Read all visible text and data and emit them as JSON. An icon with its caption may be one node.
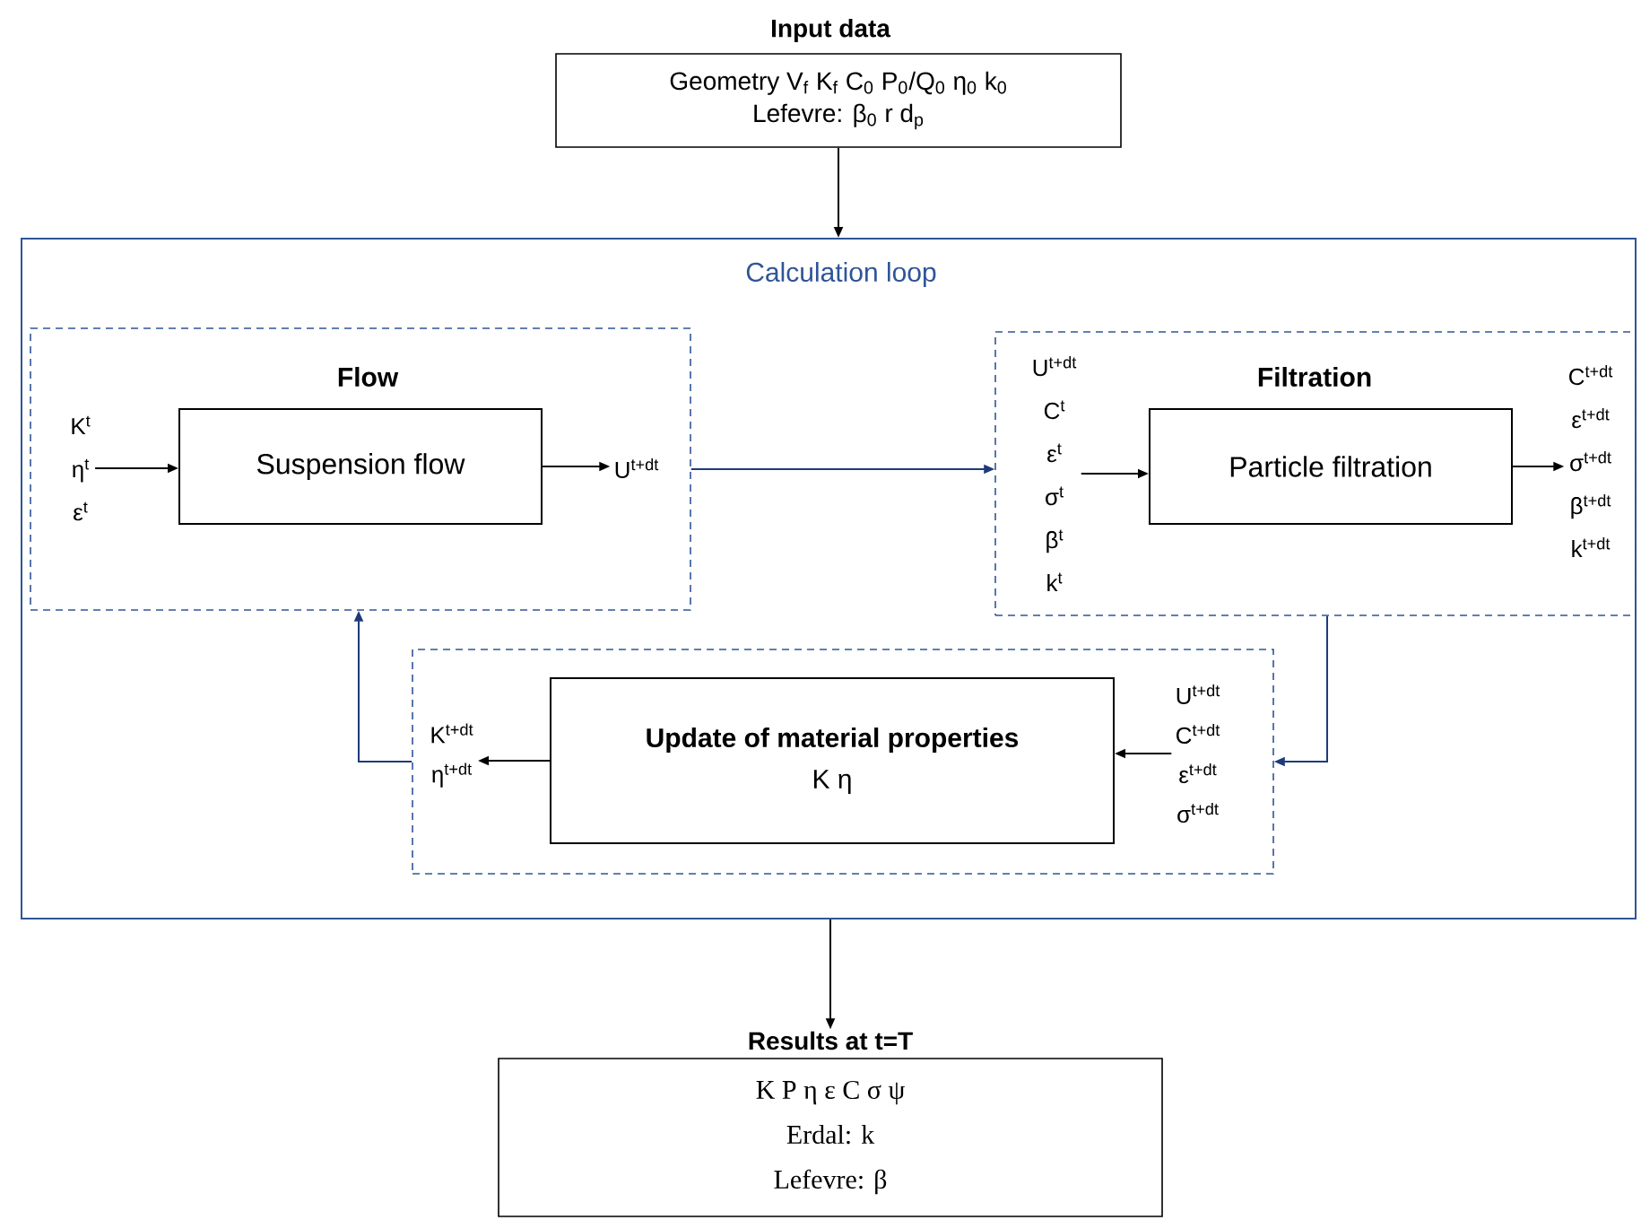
{
  "diagram": {
    "nodes": [
      {
        "text": [
          "Input data",
          "Geometry V$_{f}$ K$_{f}$ C$_{0}$ P$_{0}$/Q$_{0}$ η$_{0}$ k$_{0}$",
          "Lefevre: β$_{0}$ r d$_{p}$"
        ]
      },
      {
        "text": [
          "Calculation loop"
        ]
      },
      {
        "text": [
          "Flow"
        ],
        "in": 1
      },
      {
        "text": [
          "Suspension flow"
        ],
        "in": 2
      },
      {
        "text": [
          "Filtration"
        ],
        "in": 1
      },
      {
        "text": [
          "Particle filtration"
        ],
        "in": 4
      },
      {
        "text": [],
        "shape": "box",
        "in": 1
      },
      {
        "text": [
          "Update of material properties",
          "K η"
        ],
        "in": 6
      },
      {
        "text": [
          "Results at t=T",
          "K P η ε C σ ψ",
          "Erdal: k",
          "Lefevre: β"
        ]
      },
      {
        "text": [
          "K$^{t}$",
          "η$^{t}$",
          "ε$^{t}$"
        ],
        "in": 2
      },
      {
        "text": [
          "U$^{t+dt}$"
        ],
        "in": 2
      },
      {
        "text": [
          "U$^{t+dt}$",
          "C$^{t}$",
          "ε$^{t}$",
          "σ$^{t}$",
          "β$^{t}$",
          "k$^{t}$"
        ],
        "in": 4
      },
      {
        "text": [
          "C$^{t+dt}$",
          "ε$^{t+dt}$",
          "σ$^{t+dt}$",
          "β$^{t+dt}$",
          "k$^{t+dt}$"
        ],
        "in": 4
      },
      {
        "text": [
          "K$^{t+dt}$",
          "η$^{t+dt}$"
        ],
        "in": 6
      },
      {
        "text": [
          "U$^{t+dt}$",
          "C$^{t+dt}$",
          "ε$^{t+dt}$",
          "σ$^{t+dt}$"
        ],
        "in": 6
      }
    ],
    "edges": [
      {
        "from": 0,
        "to": 1,
        "arrow": "to"
      },
      {
        "from": 9,
        "to": 3,
        "arrow": "to"
      },
      {
        "from": 3,
        "to": 10,
        "arrow": "to"
      },
      {
        "from": 2,
        "to": 4,
        "arrow": "to",
        "color": "#1f3a7a"
      },
      {
        "from": 11,
        "to": 5,
        "arrow": "to"
      },
      {
        "from": 5,
        "to": 12,
        "arrow": "to"
      },
      {
        "from": 4,
        "to": 6,
        "arrow": "to",
        "color": "#1f3a7a"
      },
      {
        "from": 14,
        "to": 7,
        "arrow": "to"
      },
      {
        "from": 7,
        "to": 13,
        "arrow": "to"
      },
      {
        "from": 6,
        "to": 2,
        "arrow": "to",
        "color": "#1f3a7a"
      },
      {
        "from": 1,
        "to": 8,
        "arrow": "to"
      }
    ]
  }
}
